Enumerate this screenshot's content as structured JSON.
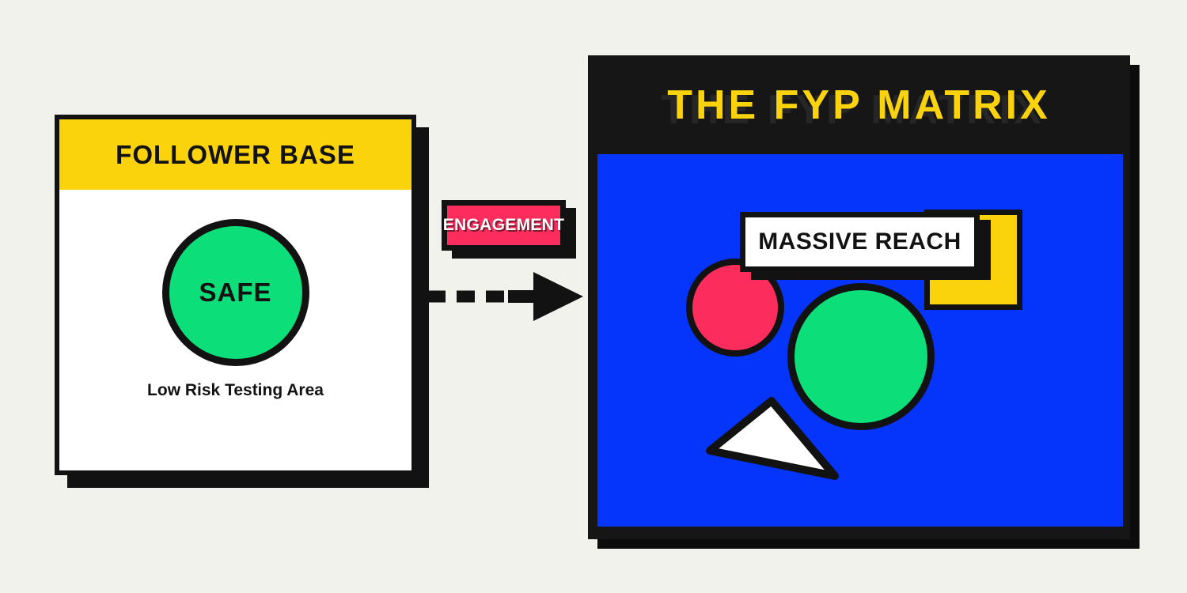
{
  "colors": {
    "background": "#F2F2ED",
    "ink": "#121212",
    "panel_black": "#161616",
    "yellow": "#FBD30D",
    "pink": "#FC2C5C",
    "green": "#0CDF7A",
    "blue": "#0534FA",
    "white": "#FFFFFF"
  },
  "left_card": {
    "title": "FOLLOWER BASE",
    "circle_label": "SAFE",
    "caption": "Low Risk Testing Area"
  },
  "connector": {
    "label": "ENGAGEMENT",
    "arrow_icon": "dashed-right-arrow"
  },
  "right_panel": {
    "title": "THE FYP MATRIX",
    "callout": "MASSIVE REACH",
    "shapes": [
      "pink-circle",
      "green-circle",
      "yellow-rectangle",
      "white-triangle"
    ]
  }
}
